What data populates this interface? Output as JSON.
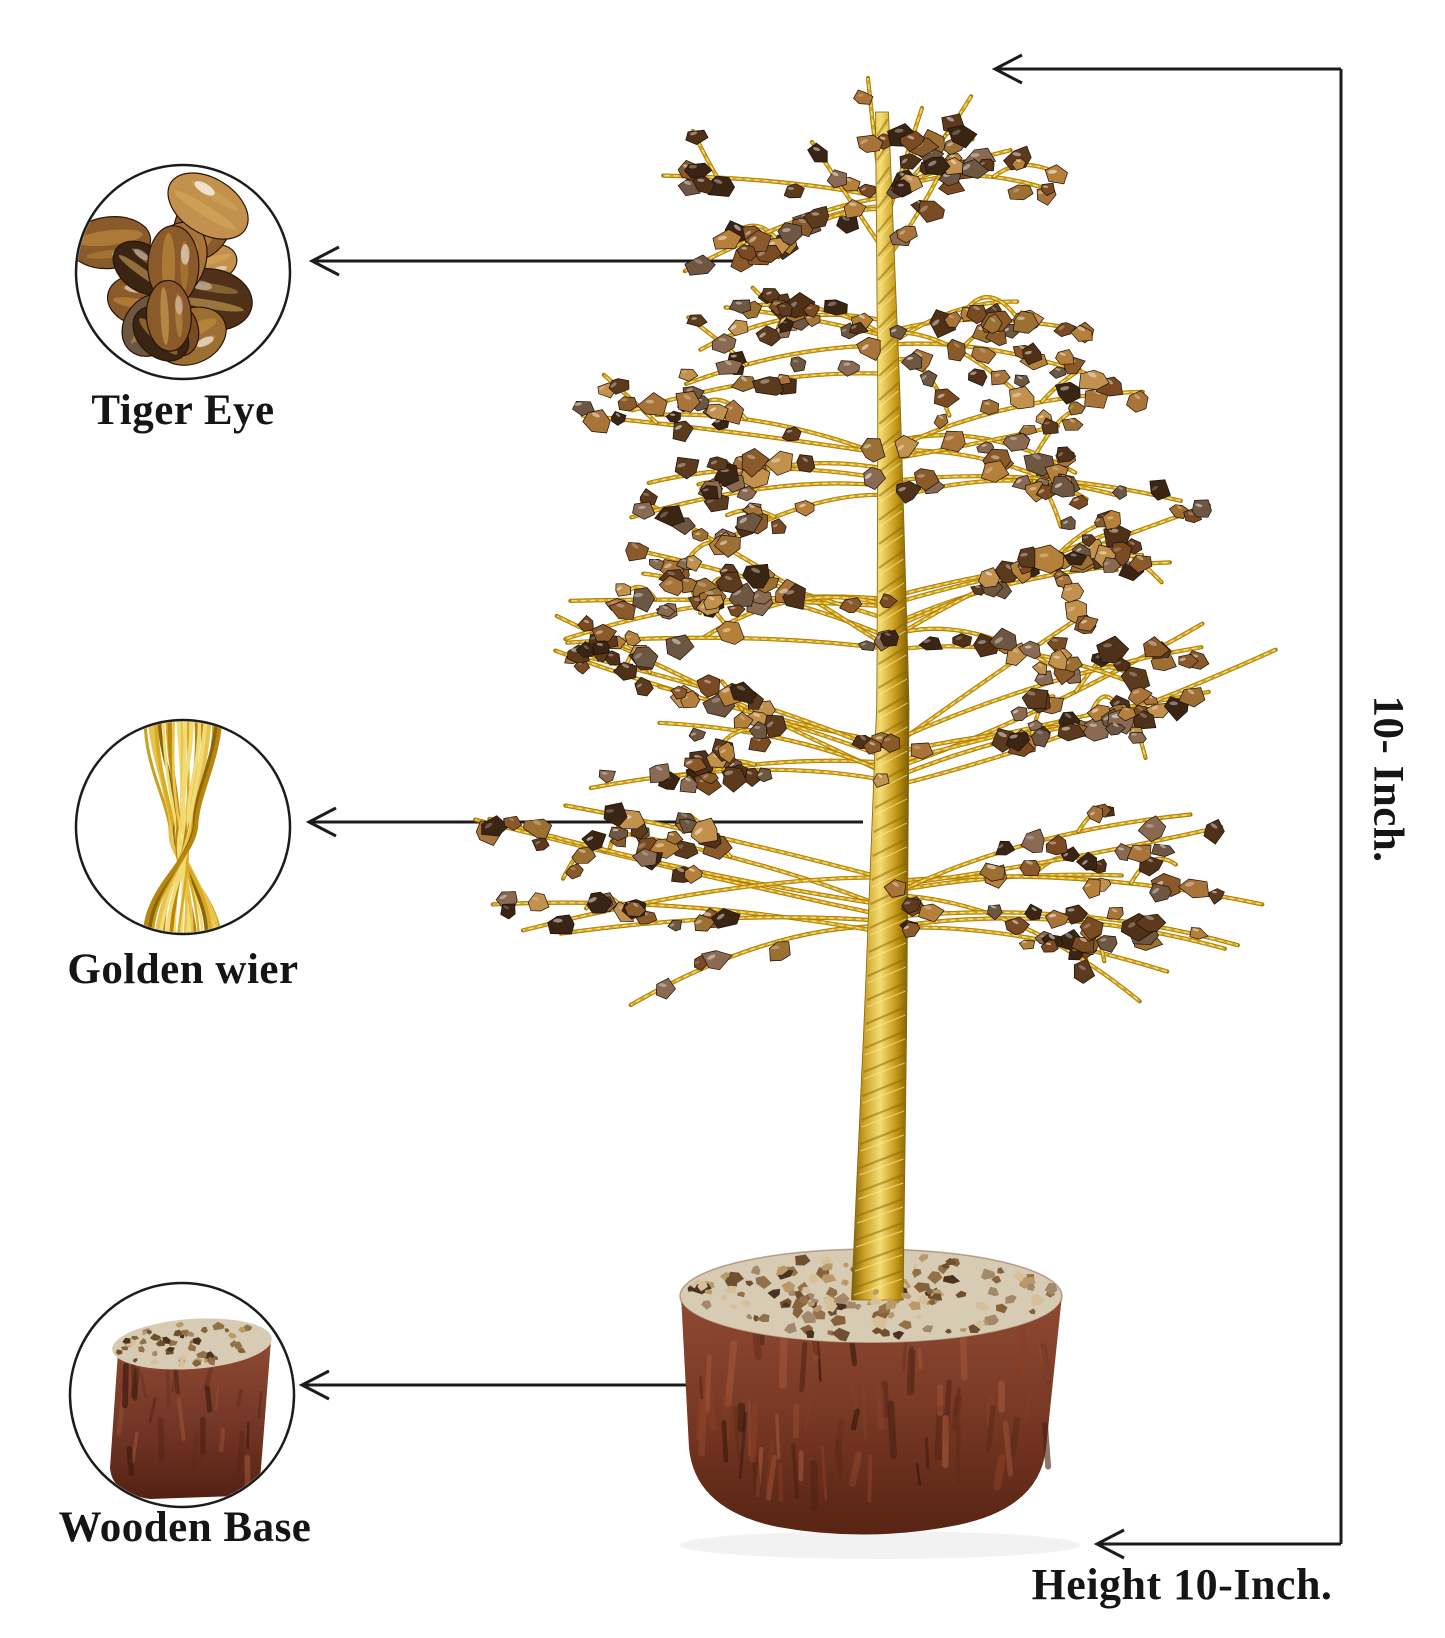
{
  "callouts": {
    "tiger_eye": {
      "label": "Tiger Eye"
    },
    "golden_wire": {
      "label": "Golden wier"
    },
    "wooden_base": {
      "label": "Wooden Base"
    }
  },
  "dimensions": {
    "side": "10- Inch.",
    "bottom": "Height 10-Inch."
  },
  "colors": {
    "background": "#ffffff",
    "line": "#1c1c1c",
    "text": "#151515",
    "wire_gold": "#d9a81e",
    "wire_gold_dark": "#a37a08",
    "wire_gold_light": "#f7e387",
    "trunk_gold_deep": "#8a6608",
    "glue_white": "#d8cbb4",
    "base_wood": "#7a3a26",
    "base_wood_dark": "#4a2012",
    "base_wood_light": "#a5593a",
    "stone_palette": [
      "#3a2414",
      "#5c3a1d",
      "#7a4a22",
      "#8a5a2b",
      "#9c6f33",
      "#b5803a",
      "#c2914d",
      "#6e5742",
      "#4e3118",
      "#a9743a",
      "#8a6a52"
    ],
    "pebble_palette": [
      "#b89a6a",
      "#937148",
      "#6e4f2f",
      "#4a3420",
      "#d6c09a",
      "#85623a",
      "#a3896b"
    ]
  }
}
